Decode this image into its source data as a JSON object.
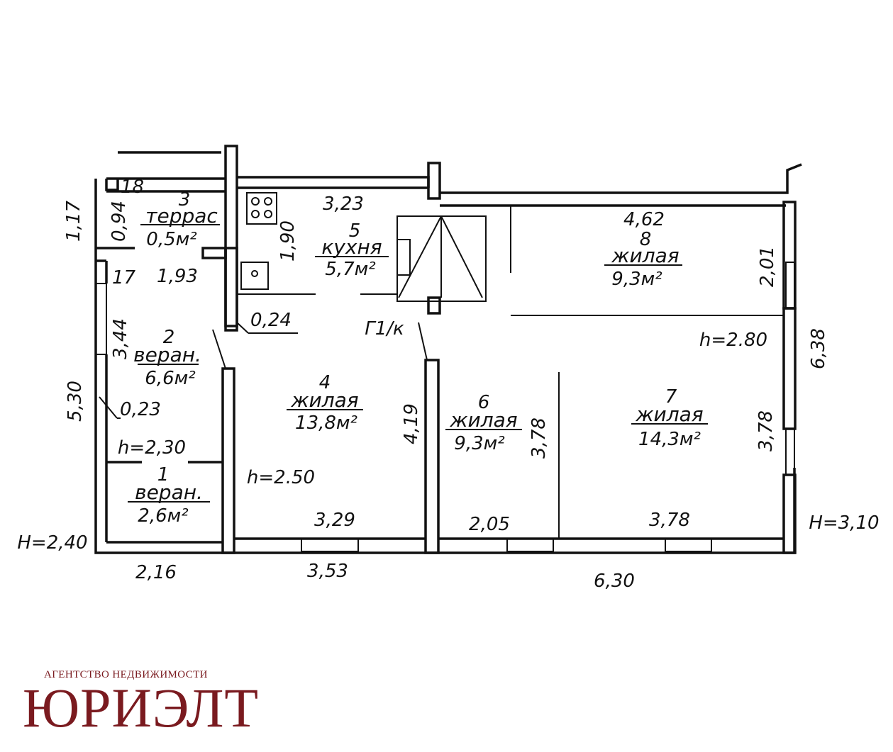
{
  "rooms": [
    {
      "num": "1",
      "name": "веран.",
      "area": "2,6м²"
    },
    {
      "num": "2",
      "name": "веран.",
      "area": "6,6м²"
    },
    {
      "num": "3",
      "name": "террас",
      "area": "0,5м²"
    },
    {
      "num": "4",
      "name": "жилая",
      "area": "13,8м²"
    },
    {
      "num": "5",
      "name": "кухня",
      "area": "5,7м²"
    },
    {
      "num": "6",
      "name": "жилая",
      "area": "9,3м²"
    },
    {
      "num": "7",
      "name": "жилая",
      "area": "14,3м²"
    },
    {
      "num": "8",
      "name": "жилая",
      "area": "9,3м²"
    }
  ],
  "dimensions": {
    "d_18": "18",
    "d_117": "1,17",
    "d_094": "0,94",
    "d_17": "17",
    "d_193": "1,93",
    "d_190": "1,90",
    "d_323": "3,23",
    "d_024": "0,24",
    "d_344": "3,44",
    "d_530": "5,30",
    "d_023": "0,23",
    "d_419": "4,19",
    "d_378a": "3,78",
    "d_378b": "3,78",
    "d_462": "4,62",
    "d_201": "2,01",
    "d_638": "6,38",
    "d_329": "3,29",
    "d_205": "2,05",
    "d_378c": "3,78",
    "d_216": "2,16",
    "d_353": "3,53",
    "d_630": "6,30"
  },
  "heights": {
    "h230": "h=2,30",
    "h250": "h=2.50",
    "h280": "h=2.80",
    "H240": "H=2,40",
    "H310": "H=3,10"
  },
  "stove_label": "Г1/к",
  "brand": {
    "subtitle": "АГЕНТСТВО НЕДВИЖИМОСТИ",
    "name": "ЮРИЭЛТ",
    "color": "#7a1a1f"
  }
}
